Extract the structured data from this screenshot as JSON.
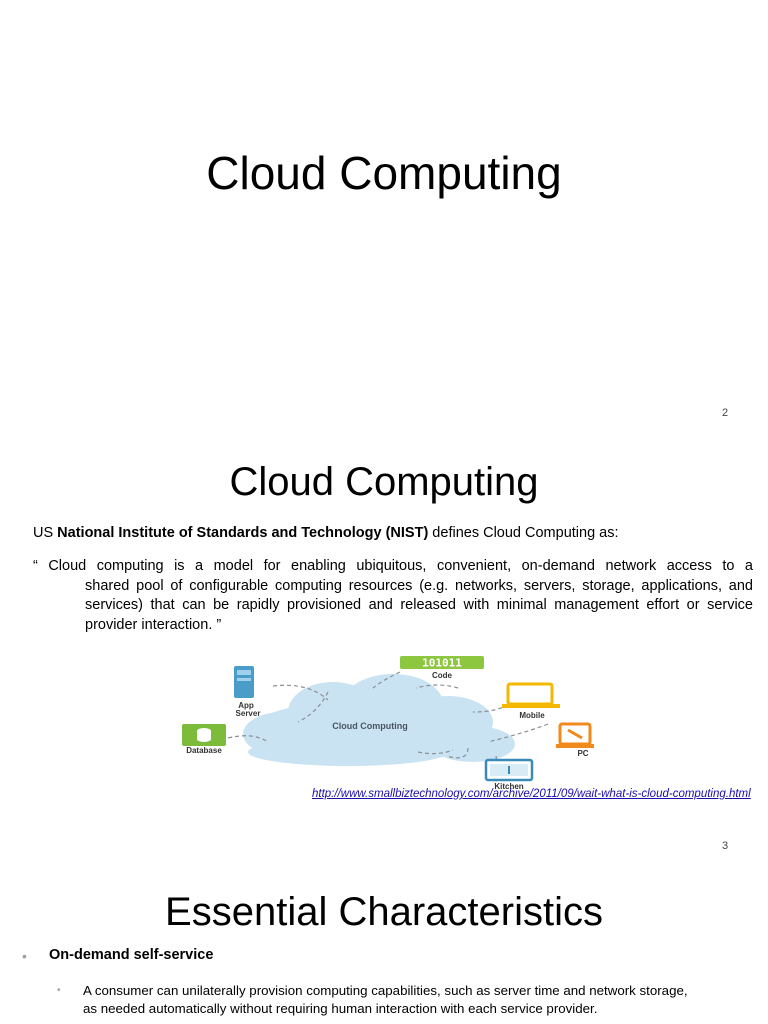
{
  "slide1": {
    "title": "Cloud Computing",
    "page_number": "2"
  },
  "slide2": {
    "title": "Cloud Computing",
    "intro_prefix": "US ",
    "intro_bold": "National Institute of Standards and Technology (NIST)",
    "intro_suffix": " defines Cloud Computing as:",
    "quote_first": "“ Cloud computing is a model for enabling ubiquitous, convenient, on-demand network access to a",
    "quote_rest": "shared pool of configurable computing resources (e.g. networks, servers, storage, applications, and services) that can be rapidly provisioned and released with minimal management effort or service provider interaction. ”",
    "diagram": {
      "center_label": "Cloud Computing",
      "code_badge": "101011",
      "code_label": "Code",
      "app_server_label_1": "App",
      "app_server_label_2": "Server",
      "mobile_label": "Mobile",
      "database_label": "Database",
      "pc_label": "PC",
      "kitchen_label": "Kitchen"
    },
    "source_link": "http://www.smallbiztechnology.com/archive/2011/09/wait-what-is-cloud-computing.html",
    "page_number": "3"
  },
  "slide3": {
    "title": "Essential Characteristics",
    "bullet_heading": "On-demand self-service",
    "sub_bullet_line1": "A consumer can unilaterally provision computing capabilities, such as server time and network storage,",
    "sub_bullet_line2": "as  needed automatically without requiring human interaction with each service provider."
  },
  "colors": {
    "cloud": "#c9e3f2",
    "code_badge": "#8dc63f",
    "app_server": "#4a9cc9",
    "mobile": "#f5b800",
    "database": "#7dbb3a",
    "pc": "#f08a1c",
    "kitchen": "#3a8ab7",
    "link": "#1a0dab"
  }
}
